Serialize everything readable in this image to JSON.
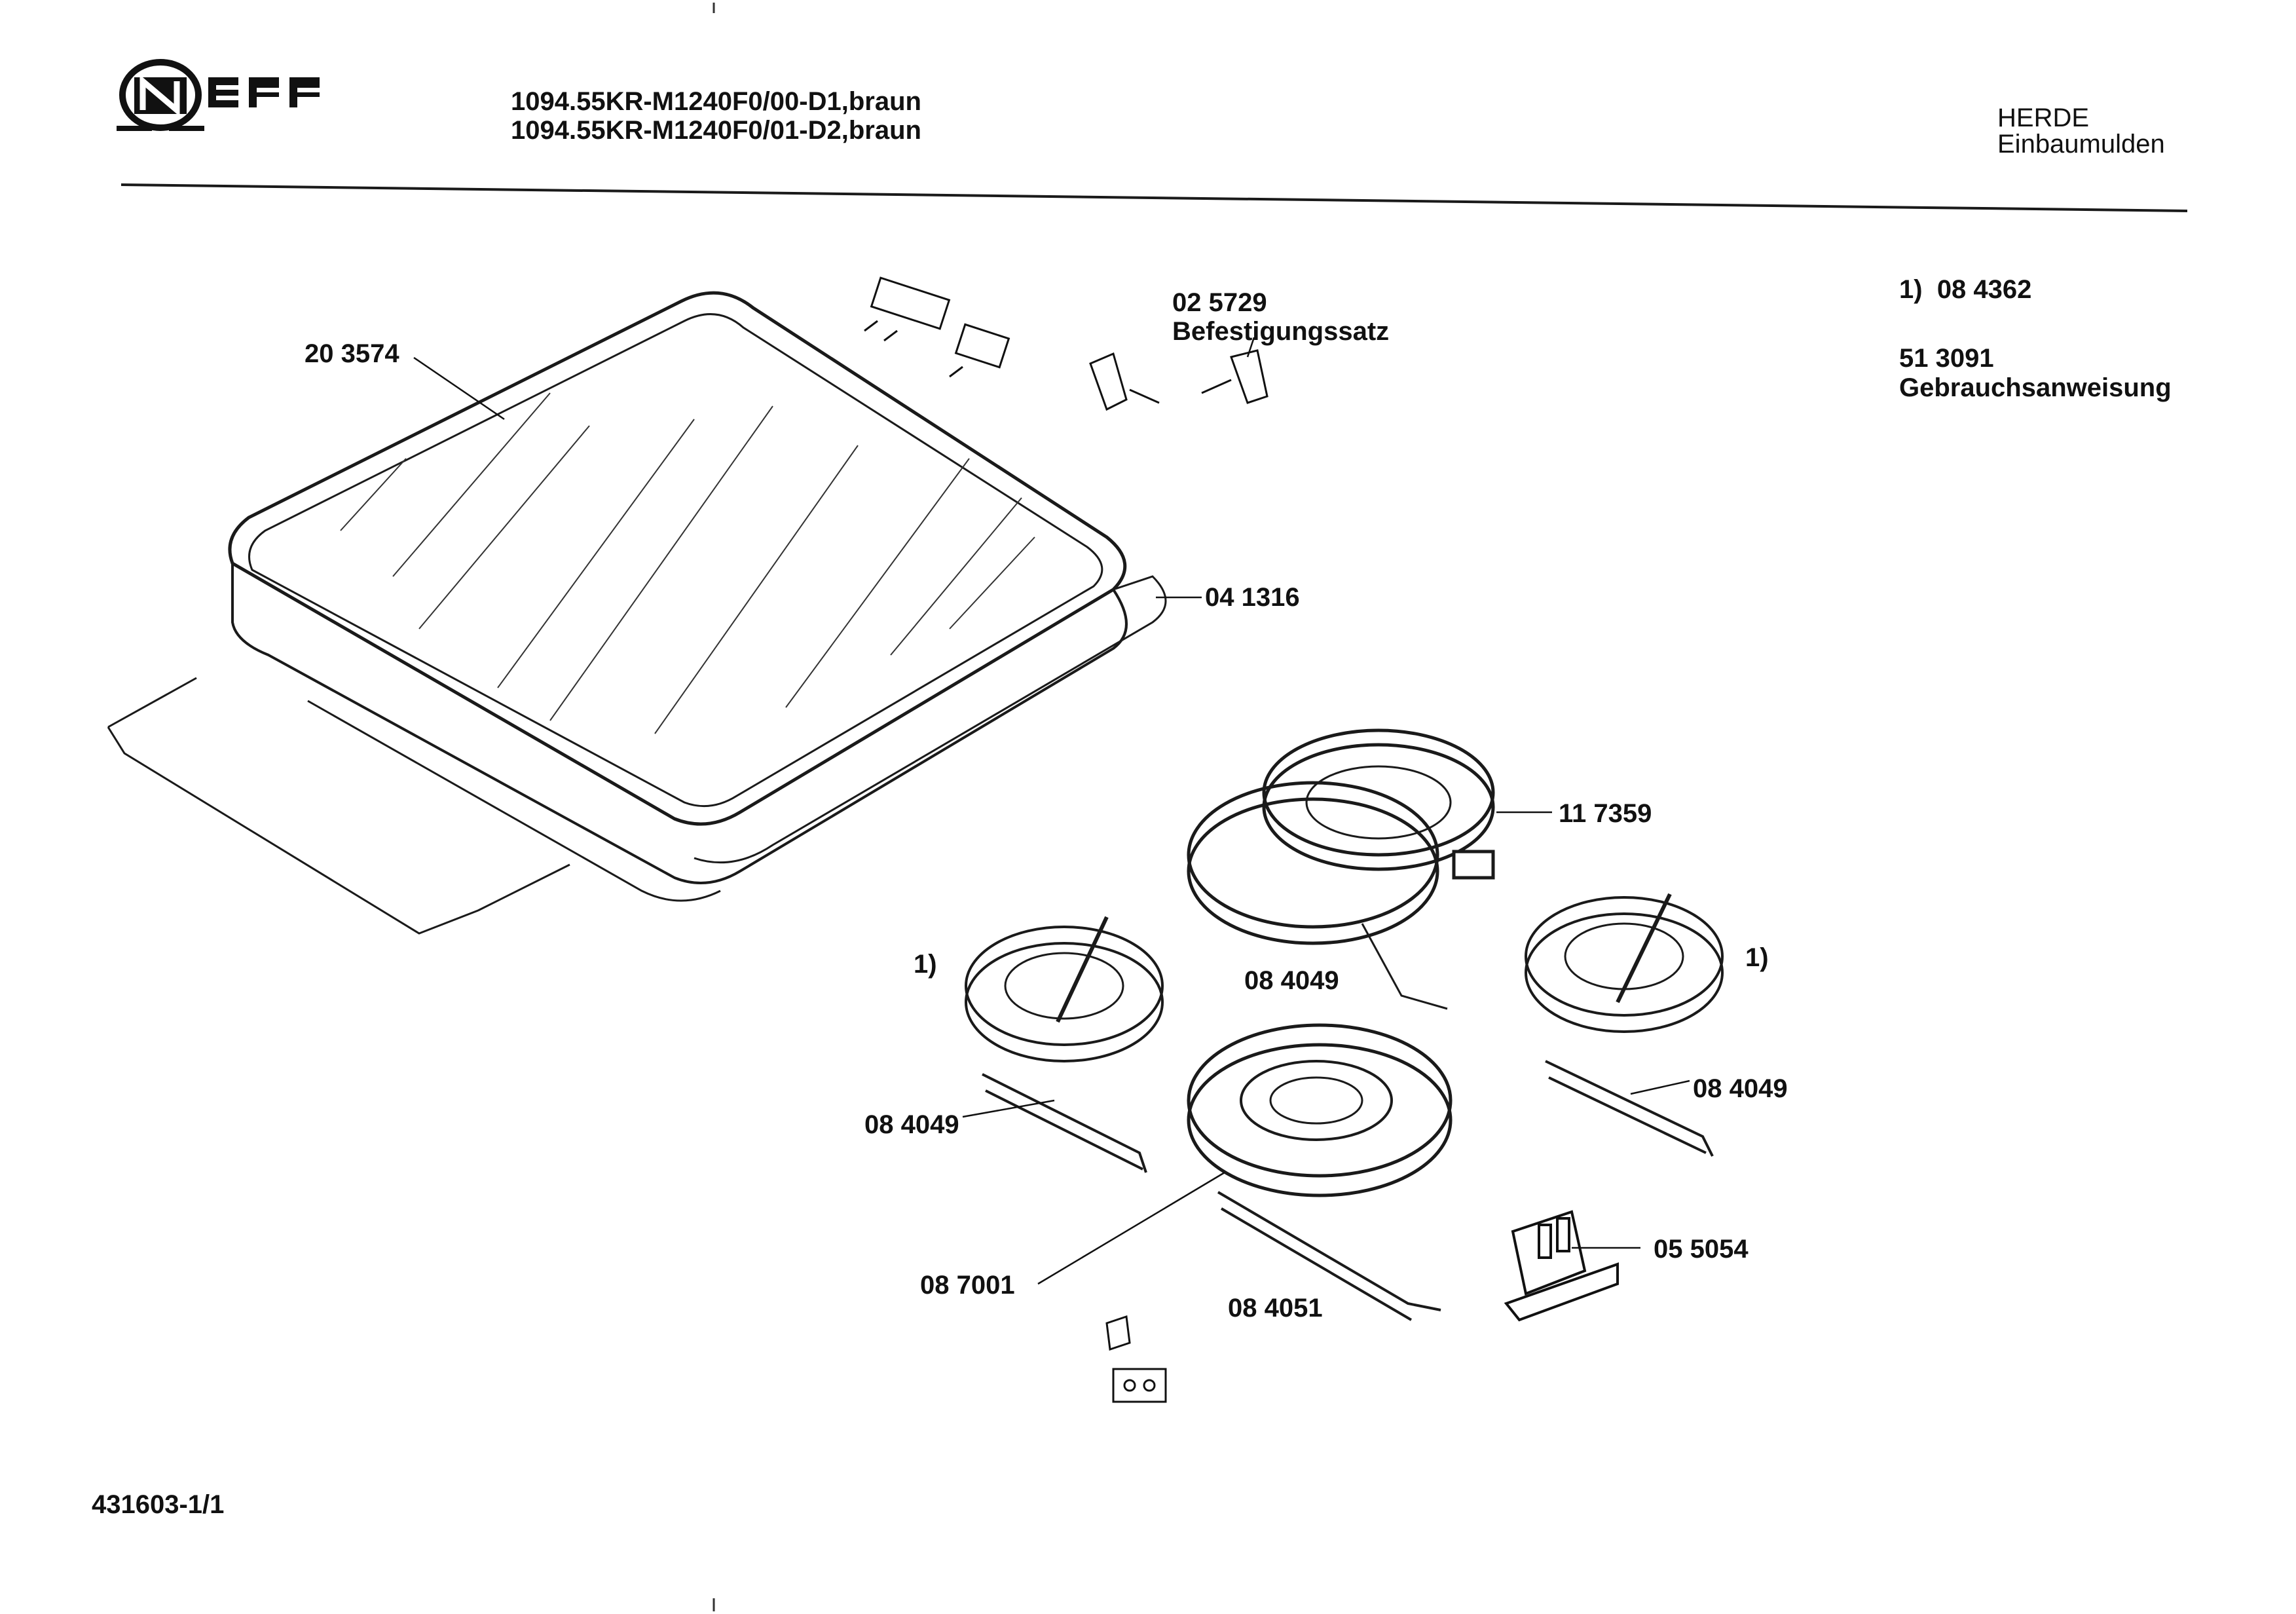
{
  "header": {
    "brand": "NEFF",
    "model_lines": [
      "1094.55KR-M1240F0/00-D1,braun",
      "1094.55KR-M1240F0/01-D2,braun"
    ],
    "category": [
      "HERDE",
      "Einbaumulden"
    ]
  },
  "extras": {
    "item1": {
      "marker": "1)",
      "number": "08 4362"
    },
    "item2": {
      "number": "51 3091",
      "description": "Gebrauchsanweisung"
    }
  },
  "parts": {
    "glass_top": "20 3574",
    "fixing_set_number": "02 5729",
    "fixing_set_name": "Befestigungssatz",
    "seal": "04 1316",
    "double_hotplate": "11 7359",
    "bracket_center": "08 4049",
    "bracket_left": "08 4049",
    "bracket_right": "08 4049",
    "left_hotplate_marker": "1)",
    "right_hotplate_marker": "1)",
    "front_hotplate": "08 7001",
    "bracket_front": "08 4051",
    "switch": "05 5054"
  },
  "footer": {
    "drawing_number": "431603-1/1"
  }
}
